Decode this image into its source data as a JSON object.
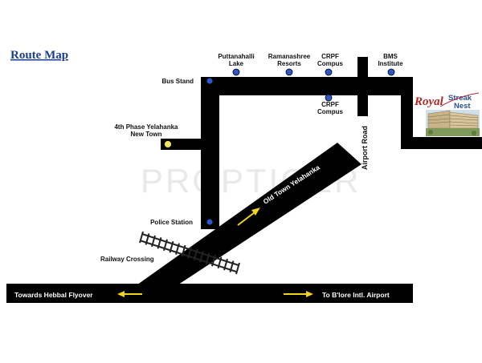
{
  "title": "Route Map",
  "watermark": "PROPTIGER",
  "logo": {
    "part1": "Royal",
    "part2": "Streak",
    "part3": "Nest"
  },
  "roads": {
    "old_town": "Old Town Yelahanka",
    "airport_road": "Airport Road",
    "towards_hebbal": "Towards Hebbal Flyover",
    "to_airport": "To B'lore Intl. Airport"
  },
  "landmarks": {
    "bus_stand": "Bus Stand",
    "puttanahalli": [
      "Puttanahalli",
      "Lake"
    ],
    "ramanashree": [
      "Ramanashree",
      "Resorts"
    ],
    "crpf_top": [
      "CRPF",
      "Compus"
    ],
    "bms": [
      "BMS",
      "Institute"
    ],
    "crpf_bottom": [
      "CRPF",
      "Compus"
    ],
    "fourth_phase": [
      "4th Phase Yelahanka",
      "New Town"
    ],
    "police_station": "Police Station",
    "railway_crossing": "Railway Crossing"
  },
  "colors": {
    "road": "#000000",
    "landmark_dot": "#2f58c6",
    "highlight_dot": "#f2e35a",
    "arrow": "#f2d21b",
    "title": "#1b3f8f"
  }
}
